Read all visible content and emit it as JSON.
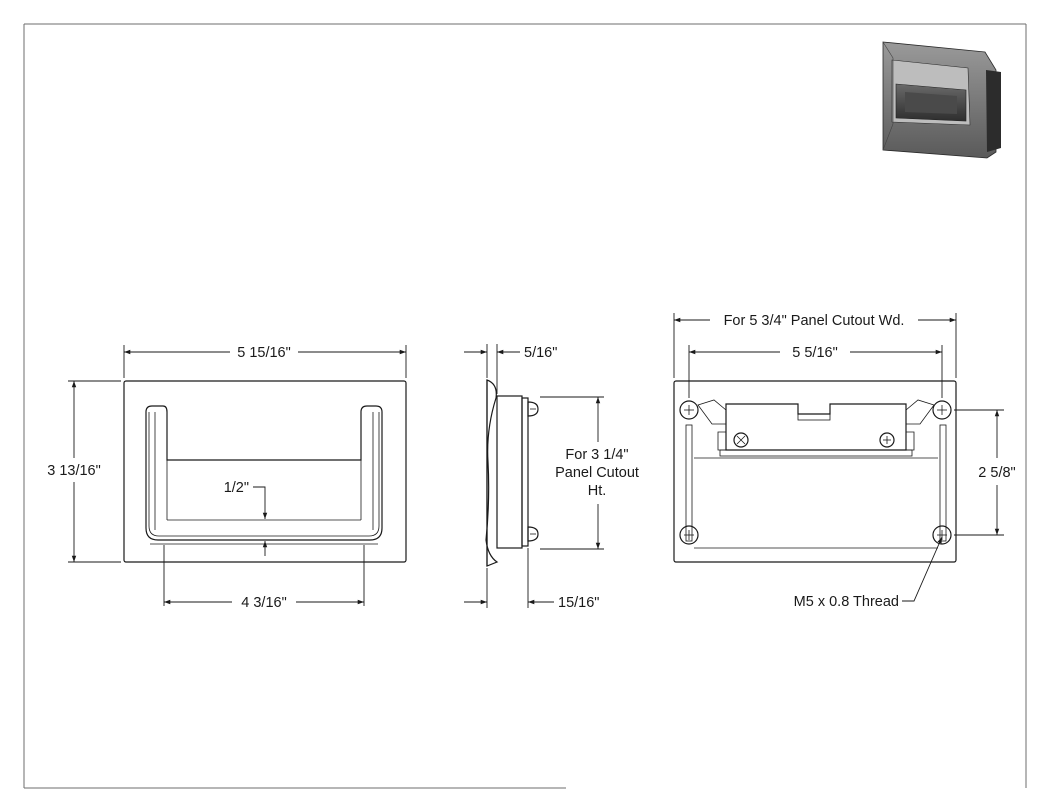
{
  "drawing": {
    "front_view": {
      "overall_width": "5 15/16\"",
      "overall_height": "3 13/16\"",
      "handle_width": "4 3/16\"",
      "handle_thickness": "1/2\""
    },
    "side_view": {
      "flange_thickness": "5/16\"",
      "depth": "15/16\"",
      "panel_cutout_height": [
        "For 3 1/4\"",
        "Panel Cutout",
        "Ht."
      ]
    },
    "rear_view": {
      "panel_cutout_width": "For 5 3/4\" Panel Cutout Wd.",
      "hole_spacing_width": "5 5/16\"",
      "hole_spacing_height": "2 5/8\"",
      "thread": "M5 x 0.8 Thread"
    }
  },
  "colors": {
    "line": "#1a1a1a",
    "frame": "#6e6e6e",
    "render_dark": "#3c3c3c",
    "render_mid": "#8a8a8a",
    "render_light": "#bdbdbd"
  }
}
